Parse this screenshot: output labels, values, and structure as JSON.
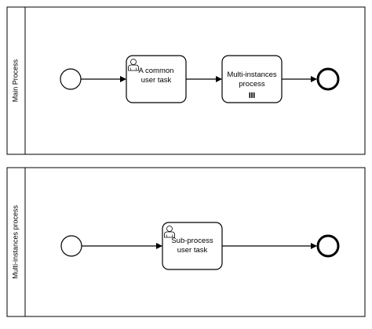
{
  "pools": [
    {
      "label": "Main Process",
      "tasks": [
        {
          "label_line1": "A common",
          "label_line2": "user task",
          "icon": "user-icon"
        },
        {
          "label_line1": "Multi-instances",
          "label_line2": "process",
          "marker": "multi-instance-marker-icon"
        }
      ]
    },
    {
      "label": "Multi-instances process",
      "tasks": [
        {
          "label_line1": "Sub-process",
          "label_line2": "user task",
          "icon": "user-icon"
        }
      ]
    }
  ]
}
